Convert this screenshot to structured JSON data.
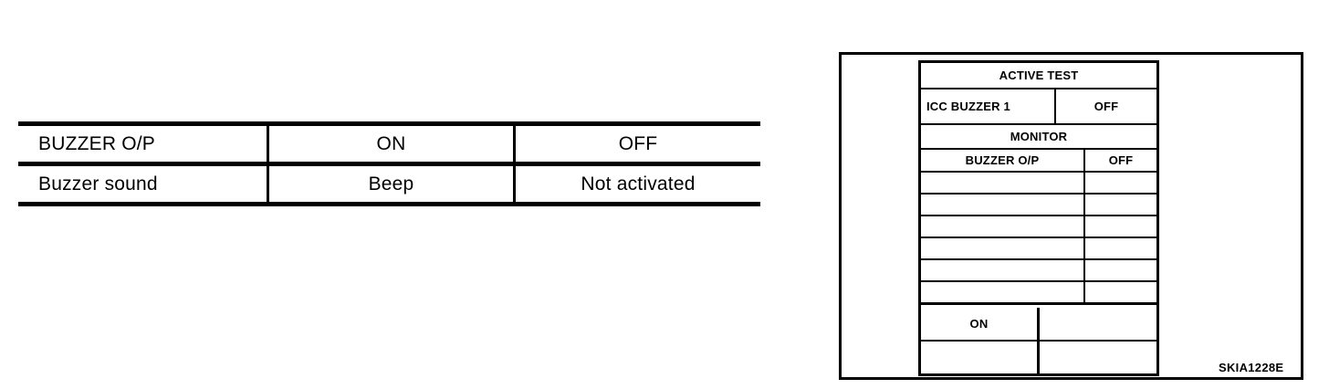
{
  "figure": {
    "code": "SKIA1228E"
  },
  "left_table": {
    "name": "buzzer-operation-table",
    "columns": [
      "BUZZER O/P",
      "ON",
      "OFF"
    ],
    "rows": [
      {
        "label": "BUZZER O/P",
        "values": [
          "ON",
          "OFF"
        ]
      },
      {
        "label": "Buzzer sound",
        "values": [
          "Beep",
          "Not activated"
        ]
      }
    ]
  },
  "consult_screen": {
    "title": "ACTIVE TEST",
    "active_test": {
      "item_name": "ICC BUZZER 1",
      "item_value": "OFF"
    },
    "monitor": {
      "title": "MONITOR",
      "signal_name": "BUZZER O/P",
      "signal_value": "OFF",
      "empty_row_count": 6
    },
    "buttons": {
      "on_label": "ON",
      "blank_top_right": "",
      "blank_bottom_left": "",
      "blank_bottom_right": ""
    }
  }
}
